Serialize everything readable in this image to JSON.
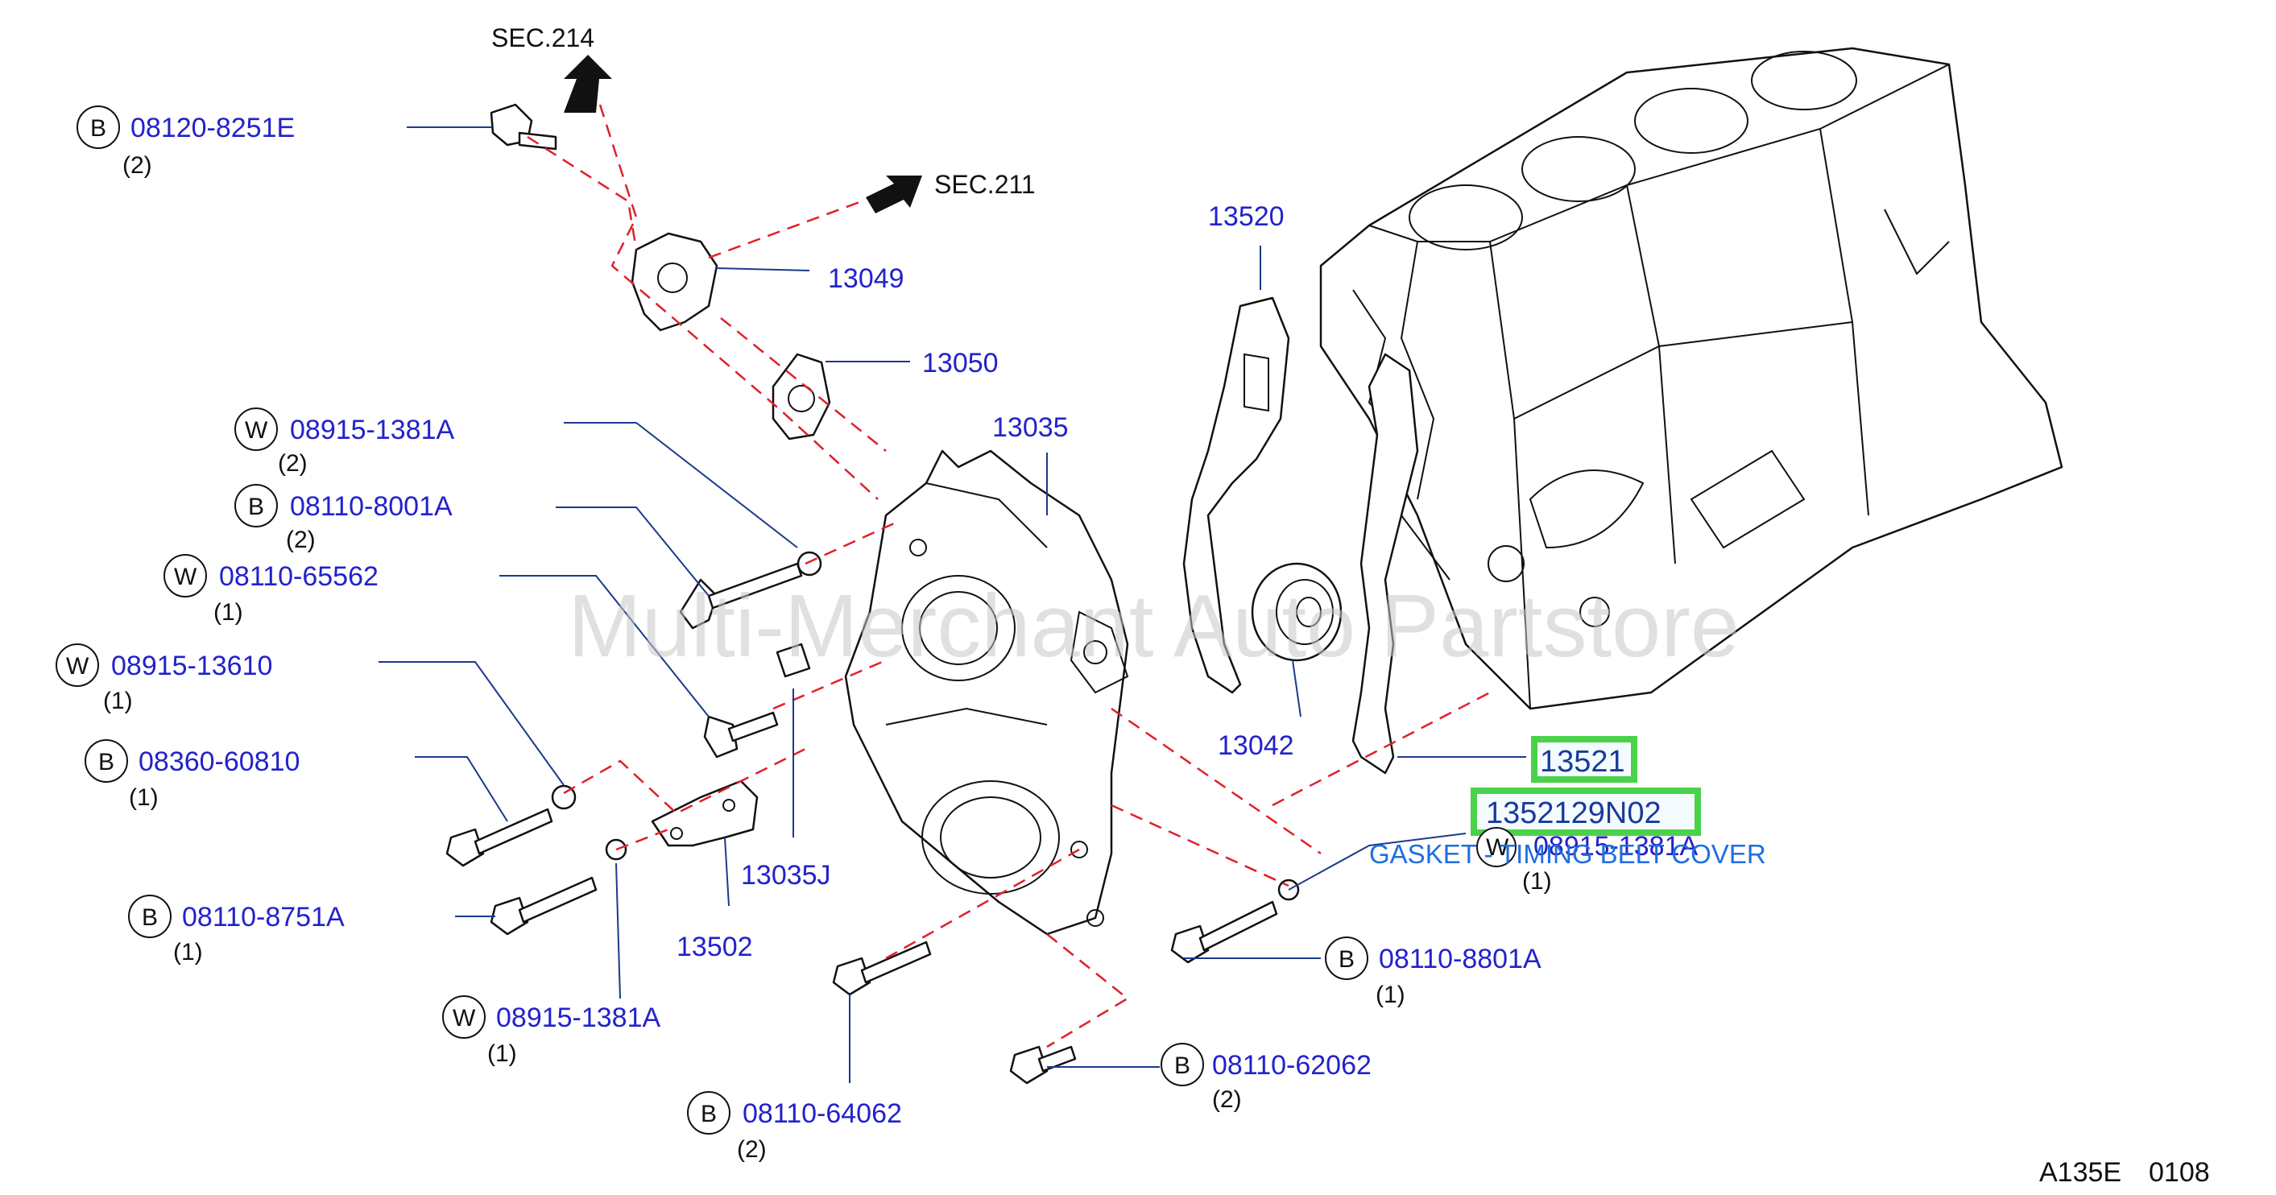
{
  "diagram_code": "A135E",
  "diagram_rev": "0108",
  "watermark": "Multi-Merchant Auto Partstore",
  "section_refs": [
    "SEC.214",
    "SEC.211"
  ],
  "fastener_labels": [
    {
      "badge": "B",
      "part": "08120-8251E",
      "qty": "(2)"
    },
    {
      "badge": "W",
      "part": "08915-1381A",
      "qty": "(2)"
    },
    {
      "badge": "B",
      "part": "08110-8001A",
      "qty": "(2)"
    },
    {
      "badge": "W",
      "part": "08110-65562",
      "qty": "(1)"
    },
    {
      "badge": "W",
      "part": "08915-13610",
      "qty": "(1)"
    },
    {
      "badge": "B",
      "part": "08360-60810",
      "qty": "(1)"
    },
    {
      "badge": "B",
      "part": "08110-8751A",
      "qty": "(1)"
    },
    {
      "badge": "W",
      "part": "08915-1381A",
      "qty": "(1)"
    },
    {
      "badge": "B",
      "part": "08110-64062",
      "qty": "(2)"
    },
    {
      "badge": "B",
      "part": "08110-62062",
      "qty": "(2)"
    },
    {
      "badge": "B",
      "part": "08110-8801A",
      "qty": "(1)"
    },
    {
      "badge": "W",
      "part": "08915-1381A",
      "qty": "(1)"
    }
  ],
  "part_labels": [
    "13049",
    "13050",
    "13035",
    "13520",
    "13042",
    "13035J",
    "13502"
  ],
  "highlighted": {
    "part": "13521",
    "replacement": "1352129N02",
    "description": "GASKET - TIMING BELT COVER"
  },
  "colors": {
    "part_number": "#2222cc",
    "leader": "#1a3a8a",
    "dashed_guide": "#e0202a",
    "highlight_border": "#4ad24a",
    "description": "#1e6ee0"
  }
}
